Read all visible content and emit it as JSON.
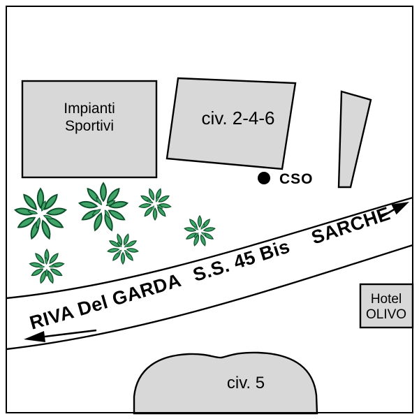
{
  "map": {
    "buildings": {
      "impianti_sportivi": {
        "line1": "Impianti",
        "line2": "Sportivi"
      },
      "civ_2_4_6": {
        "label": "civ. 2-4-6"
      },
      "civ_5": {
        "label": "civ. 5"
      },
      "hotel_olivo": {
        "line1": "Hotel",
        "line2": "OLIVO"
      }
    },
    "road": {
      "from_label": "RIVA Del GARDA",
      "route_label": "S.S. 45 Bis",
      "to_label": "SARCHE"
    },
    "marker": {
      "label": "CSO"
    },
    "icons": {
      "bush": "green leaf cluster",
      "cso_marker": "black filled dot",
      "west_arrow": "left-pointing line arrow",
      "east_arrow": "right-pointing line arrow"
    },
    "colors": {
      "building_fill": "#d8d8d8",
      "outline": "#000000",
      "bush_fill": "#40a368",
      "bush_outline": "#0d4f2b",
      "background": "#ffffff"
    }
  }
}
